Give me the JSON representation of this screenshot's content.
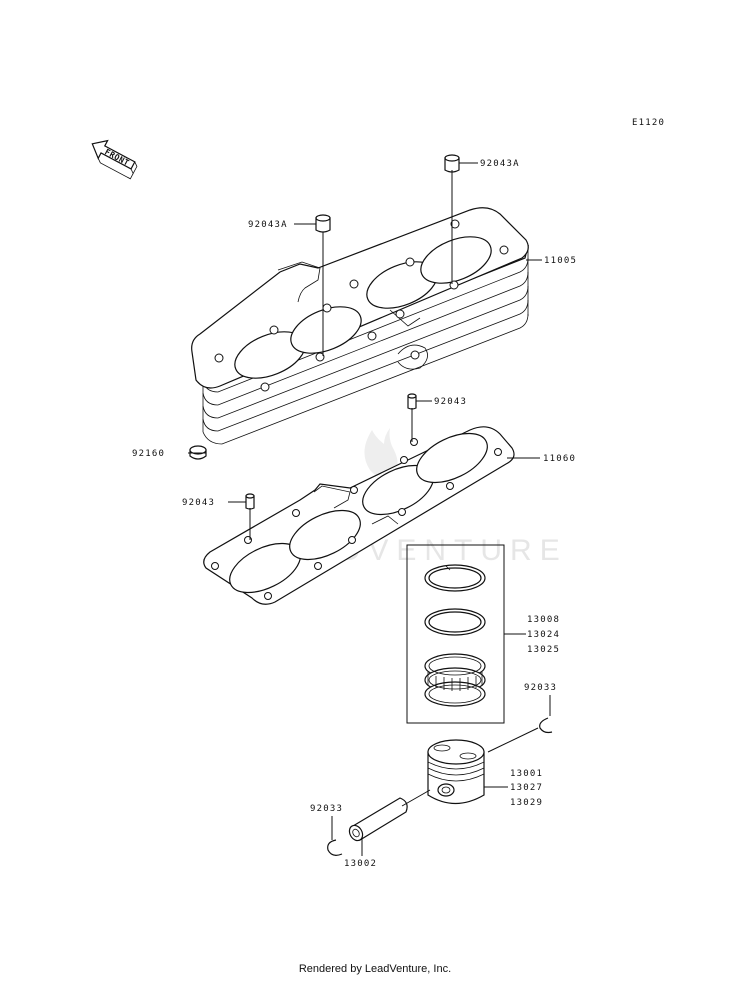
{
  "diagram_code": "E1120",
  "front_label": "FRONT",
  "watermark": "LEADVENTURE",
  "footer": "Rendered by LeadVenture, Inc.",
  "callouts": [
    {
      "id": "dowel-top-right",
      "part": "92043A"
    },
    {
      "id": "dowel-top-left",
      "part": "92043A"
    },
    {
      "id": "cylinder",
      "part": "11005"
    },
    {
      "id": "dowel-mid-right",
      "part": "92043"
    },
    {
      "id": "plug",
      "part": "92160"
    },
    {
      "id": "gasket",
      "part": "11060"
    },
    {
      "id": "dowel-mid-left",
      "part": "92043"
    },
    {
      "id": "ring-top",
      "part": "13008"
    },
    {
      "id": "ring-second",
      "part": "13024"
    },
    {
      "id": "ring-oil",
      "part": "13025"
    },
    {
      "id": "circlip-right",
      "part": "92033"
    },
    {
      "id": "piston-a",
      "part": "13001"
    },
    {
      "id": "piston-b",
      "part": "13027"
    },
    {
      "id": "piston-c",
      "part": "13029"
    },
    {
      "id": "circlip-left",
      "part": "92033"
    },
    {
      "id": "piston-pin",
      "part": "13002"
    }
  ]
}
